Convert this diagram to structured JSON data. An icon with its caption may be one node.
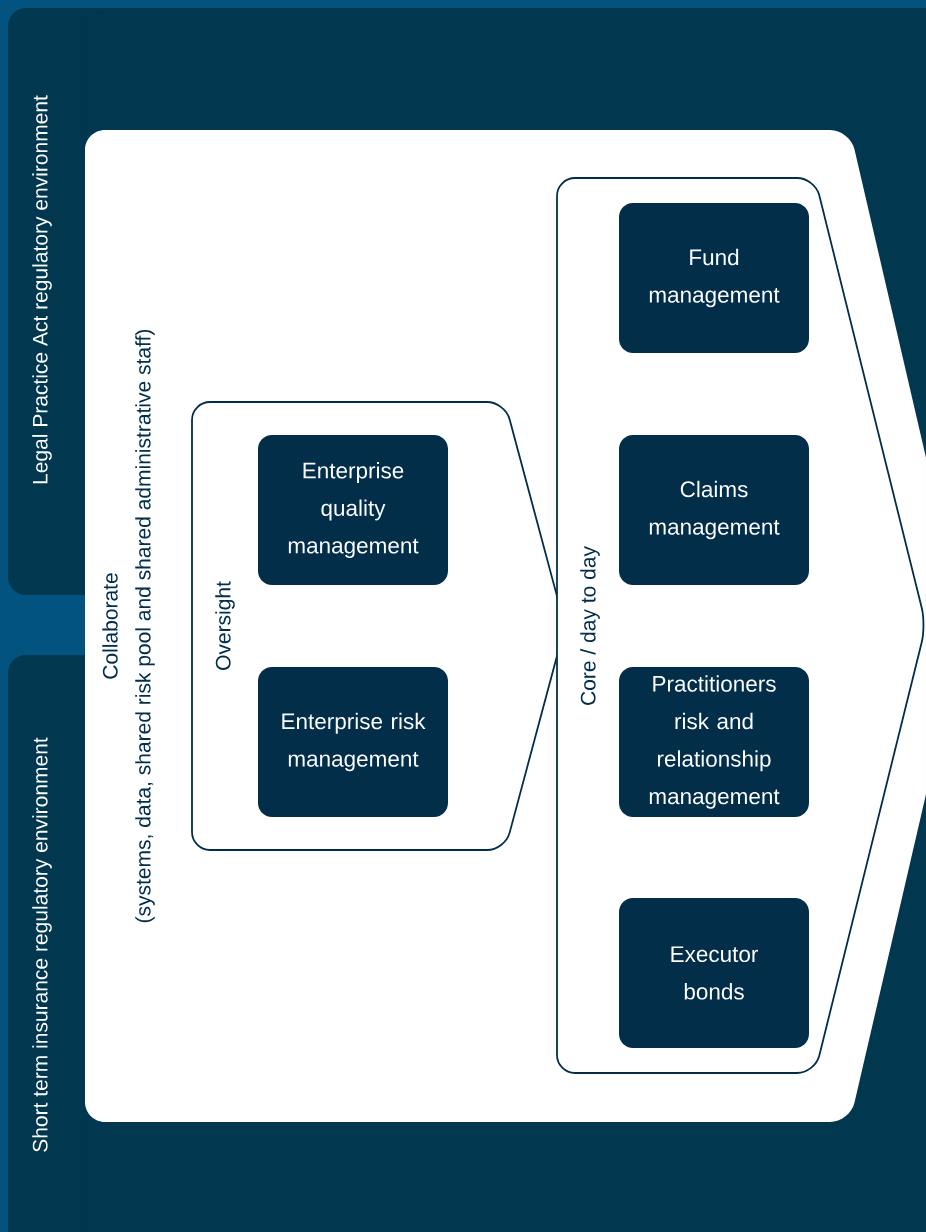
{
  "diagram": {
    "nodes": [
      {
        "text": [
          "Legal Practice Act regulatory environment"
        ]
      },
      {
        "text": [
          "Short term insurance regulatory environment"
        ]
      },
      {
        "text": [
          "Collaborate",
          "(systems, data, shared risk pool and shared administrative staff)"
        ]
      },
      {
        "text": [
          "Oversight"
        ],
        "in": 2
      },
      {
        "text": [
          "Enterprise quality management"
        ],
        "in": 3
      },
      {
        "text": [
          "Enterprise risk management"
        ],
        "in": 3
      },
      {
        "text": [
          "Core / day to day"
        ],
        "in": 2
      },
      {
        "text": [
          "Fund management"
        ],
        "in": 6
      },
      {
        "text": [
          "Claims management"
        ],
        "in": 6
      },
      {
        "text": [
          "Practitioners risk and relationship management"
        ],
        "in": 6
      },
      {
        "text": [
          "Executor bonds"
        ],
        "in": 6
      }
    ]
  }
}
